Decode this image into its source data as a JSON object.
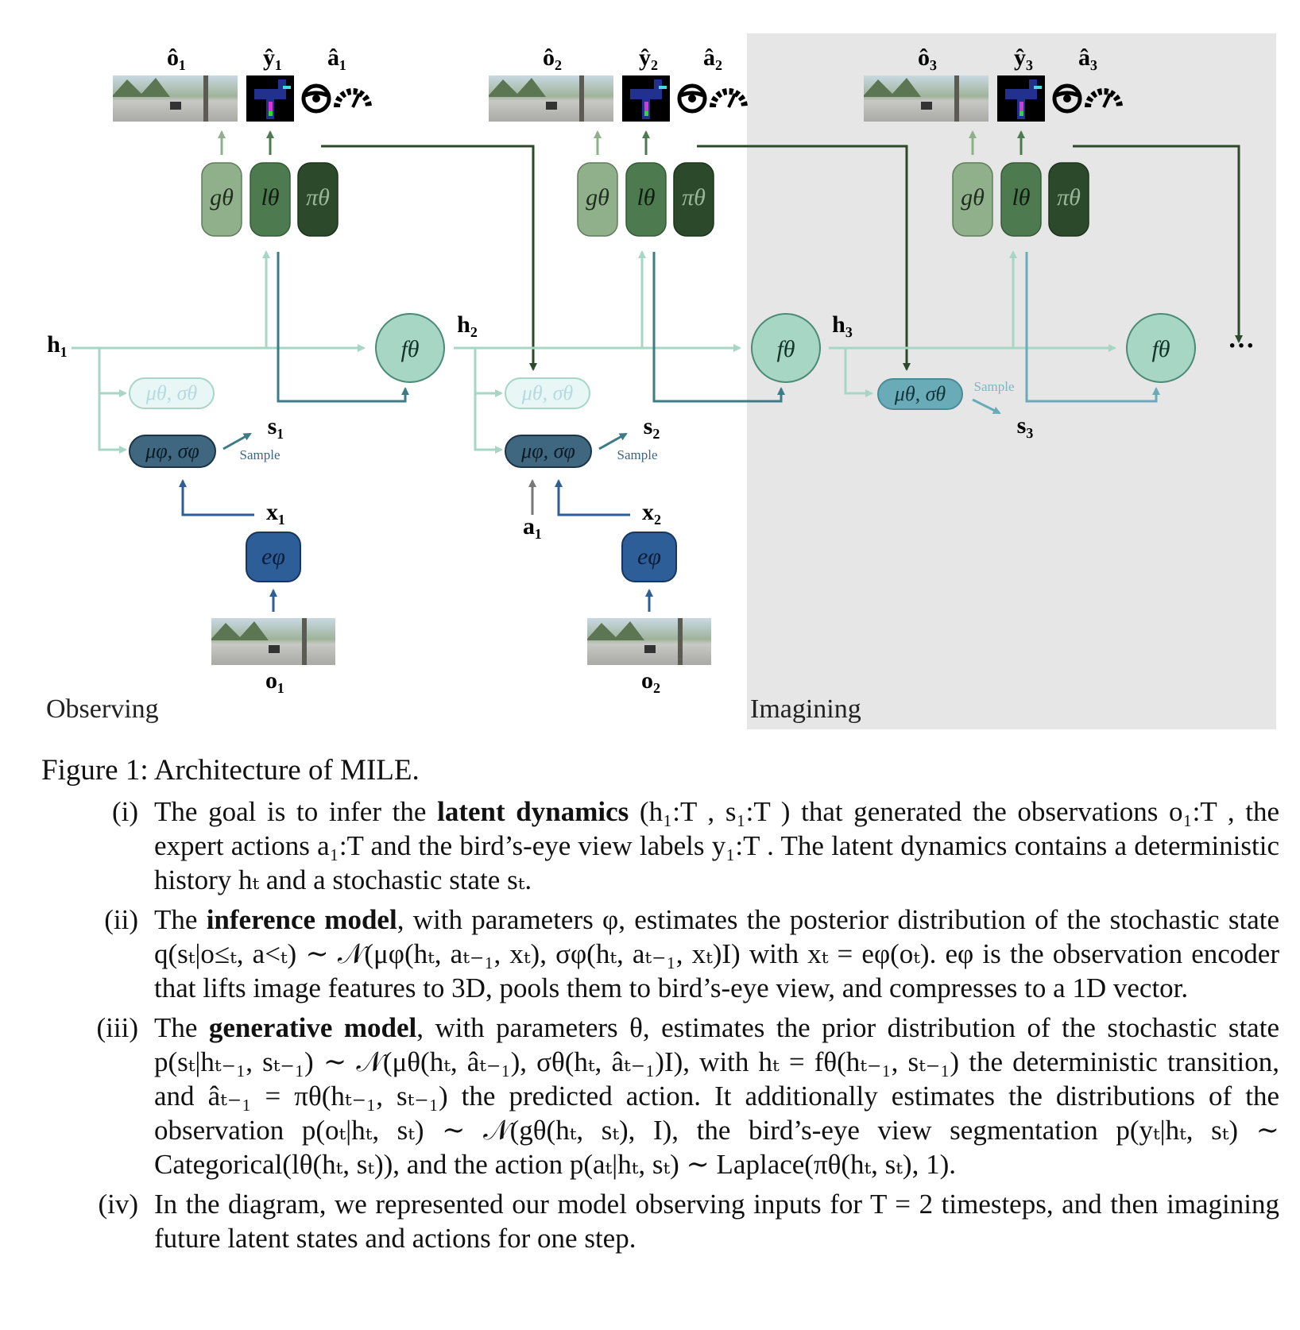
{
  "figure": {
    "panels": {
      "observing": "Observing",
      "imagining": "Imagining"
    },
    "timesteps": [
      {
        "o_hat": "ô₁",
        "y_hat": "ŷ₁",
        "a_hat": "â₁",
        "h": "h₁",
        "s": "s₁",
        "x": "x₁",
        "o": "o₁"
      },
      {
        "o_hat": "ô₂",
        "y_hat": "ŷ₂",
        "a_hat": "â₂",
        "h": "h₂",
        "s": "s₂",
        "x": "x₂",
        "o": "o₂",
        "a": "a₁"
      },
      {
        "o_hat": "ô₃",
        "y_hat": "ŷ₃",
        "a_hat": "â₃",
        "h": "h₃",
        "s": "s₃"
      }
    ],
    "modules": {
      "g": "gθ",
      "l": "lθ",
      "pi": "πθ",
      "f": "fθ",
      "prior": "μθ, σθ",
      "posterior": "μφ, σφ",
      "encoder": "eφ"
    },
    "sample_label": "Sample",
    "ellipsis": "···",
    "colors": {
      "g": "#8fb08a",
      "l": "#4e7a50",
      "pi": "#2c4a2b",
      "f": "#a7d6c5",
      "prior_faded": "#e8f6f6",
      "prior_active": "#6aabb8",
      "posterior": "#3f6880",
      "encoder": "#2e5e98",
      "imagining_bg": "#e6e6e6"
    }
  },
  "caption": "Figure 1: Architecture of MILE.",
  "items": [
    {
      "num": "(i)",
      "pre": "The goal is to infer the ",
      "bold": "latent dynamics",
      "post": " (h₁:T , s₁:T ) that generated the observations o₁:T , the expert actions a₁:T and the bird’s-eye view labels y₁:T . The latent dynamics contains a deterministic history hₜ and a stochastic state sₜ."
    },
    {
      "num": "(ii)",
      "pre": "The ",
      "bold": "inference model",
      "post": ", with parameters φ, estimates the posterior distribution of the stochastic state q(sₜ|o≤ₜ, a<ₜ) ∼ 𝒩(μφ(hₜ, aₜ₋₁, xₜ), σφ(hₜ, aₜ₋₁, xₜ)I) with xₜ = eφ(oₜ). eφ is the observation encoder that lifts image features to 3D, pools them to bird’s-eye view, and compresses to a 1D vector."
    },
    {
      "num": "(iii)",
      "pre": "The ",
      "bold": "generative model",
      "post": ", with parameters θ, estimates the prior distribution of the stochastic state p(sₜ|hₜ₋₁, sₜ₋₁) ∼ 𝒩(μθ(hₜ, âₜ₋₁), σθ(hₜ, âₜ₋₁)I), with hₜ = fθ(hₜ₋₁, sₜ₋₁) the deterministic transition, and âₜ₋₁ = πθ(hₜ₋₁, sₜ₋₁) the predicted action. It additionally estimates the distributions of the observation p(oₜ|hₜ, sₜ) ∼ 𝒩(gθ(hₜ, sₜ), I), the bird’s-eye view segmentation p(yₜ|hₜ, sₜ) ∼ Categorical(lθ(hₜ, sₜ)), and the action p(aₜ|hₜ, sₜ) ∼ Laplace(πθ(hₜ, sₜ), 1)."
    },
    {
      "num": "(iv)",
      "pre": "In the diagram, we represented our model observing inputs for T = 2 timesteps, and then imagining future latent states and actions for one step.",
      "bold": "",
      "post": ""
    }
  ]
}
